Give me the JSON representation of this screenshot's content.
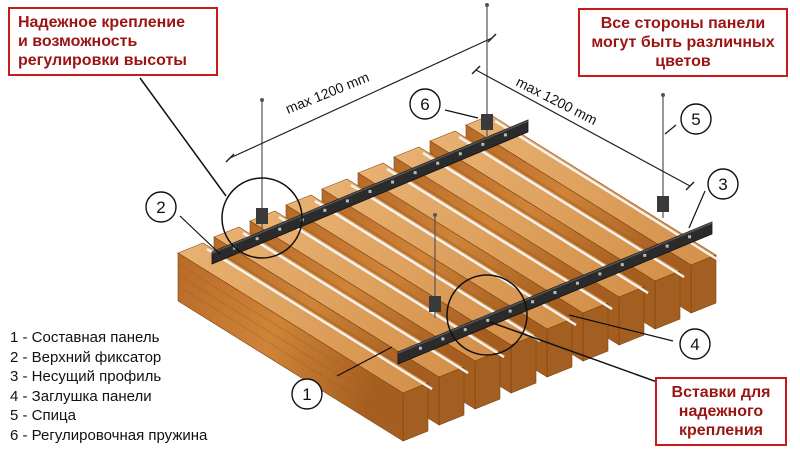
{
  "callouts": {
    "top_left": [
      "Надежное крепление",
      "и возможность",
      "регулировки высоты"
    ],
    "top_right": [
      "Все стороны панели",
      "могут быть различных",
      "цветов"
    ],
    "bottom_right": [
      "Вставки для",
      "надежного",
      "крепления"
    ]
  },
  "dimensions": {
    "left": "max 1200 mm",
    "right": "max 1200 mm"
  },
  "markers": [
    "1",
    "2",
    "3",
    "4",
    "5",
    "6"
  ],
  "legend": [
    "1 - Составная панель",
    "2 - Верхний фиксатор",
    "3 - Несущий профиль",
    "4 - Заглушка панели",
    "5 - Спица",
    "6 - Регулировочная пружина"
  ],
  "colors": {
    "wood_front": "#c4772f",
    "wood_top": "#e2a664",
    "wood_side": "#a35f22",
    "profile": "#2b2b2b",
    "callout_border": "#c91a1a",
    "callout_text": "#9b1414"
  }
}
